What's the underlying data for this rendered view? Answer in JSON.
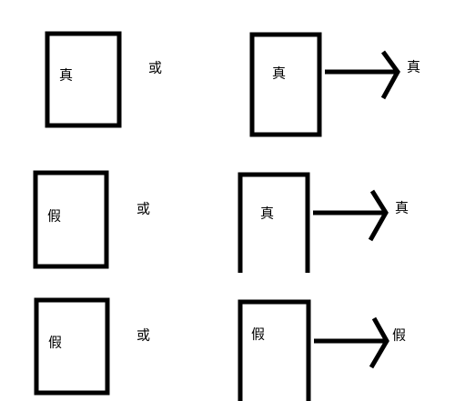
{
  "rows": [
    {
      "box_label": "真",
      "connector": "或",
      "right_box_label": "真",
      "result_label": "真"
    },
    {
      "box_label": "假",
      "connector": "或",
      "right_box_label": "真",
      "result_label": "真"
    },
    {
      "box_label": "假",
      "connector": "或",
      "right_box_label": "假",
      "result_label": "假"
    }
  ]
}
